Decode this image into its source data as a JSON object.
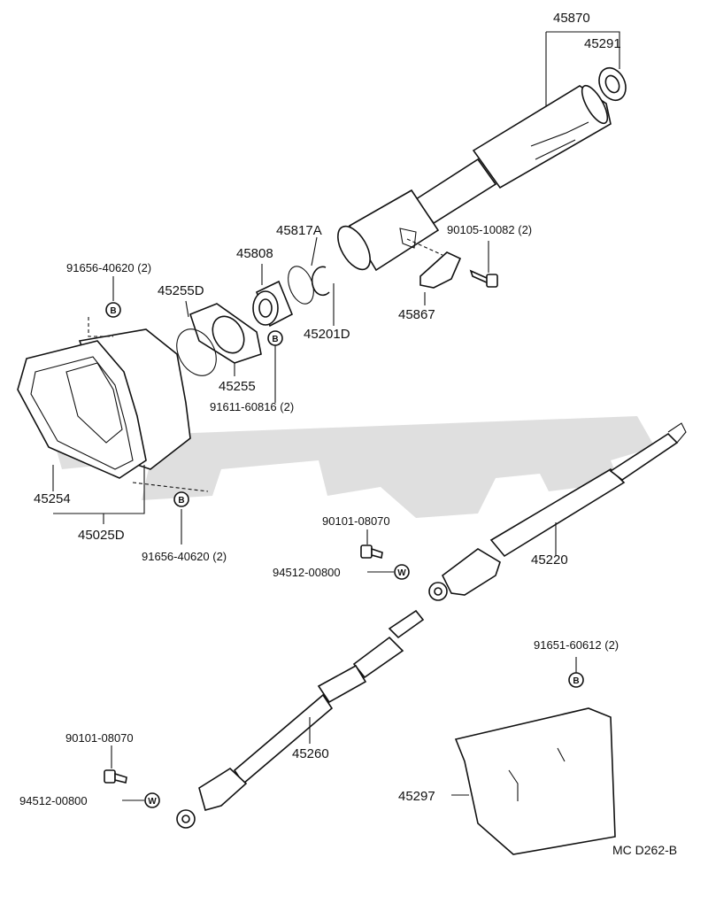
{
  "labels": {
    "p45870": "45870",
    "p45291": "45291",
    "p45817A": "45817A",
    "p45808": "45808",
    "p45255D": "45255D",
    "p45255": "45255",
    "p45201D": "45201D",
    "p45867": "45867",
    "p90105": "90105-10082 (2)",
    "p91656_top": "91656-40620 (2)",
    "p91611": "91611-60816 (2)",
    "p45254": "45254",
    "p45025D": "45025D",
    "p91656_bottom": "91656-40620 (2)",
    "p90101_mid": "90101-08070",
    "p94512_mid": "94512-00800",
    "p45220": "45220",
    "p91651": "91651-60612 (2)",
    "p45260": "45260",
    "p90101_low": "90101-08070",
    "p94512_low": "94512-00800",
    "p45297": "45297",
    "diagram_code": "MC D262-B"
  },
  "markers": {
    "b": "B",
    "w": "W"
  }
}
